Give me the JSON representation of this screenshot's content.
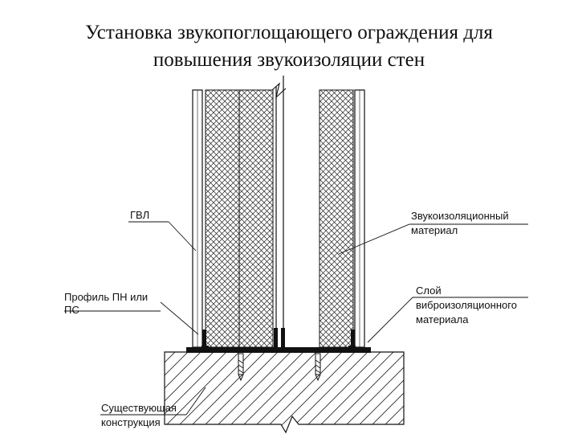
{
  "title": {
    "line1": "Установка звукопоглощающего ограждения для",
    "line2": "повышения звукоизоляции стен"
  },
  "labels": {
    "gvl": "ГВЛ",
    "profile_line1": "Профиль ПН или",
    "profile_line2": "ПС",
    "sound_material_line1": "Звукоизоляционный",
    "sound_material_line2": "материал",
    "vibro_line1": "Слой",
    "vibro_line2": "виброизоляционного",
    "vibro_line3": "материала",
    "existing_line1": "Существующая",
    "existing_line2": "конструкция"
  },
  "colors": {
    "line": "#111111",
    "background": "#ffffff"
  }
}
